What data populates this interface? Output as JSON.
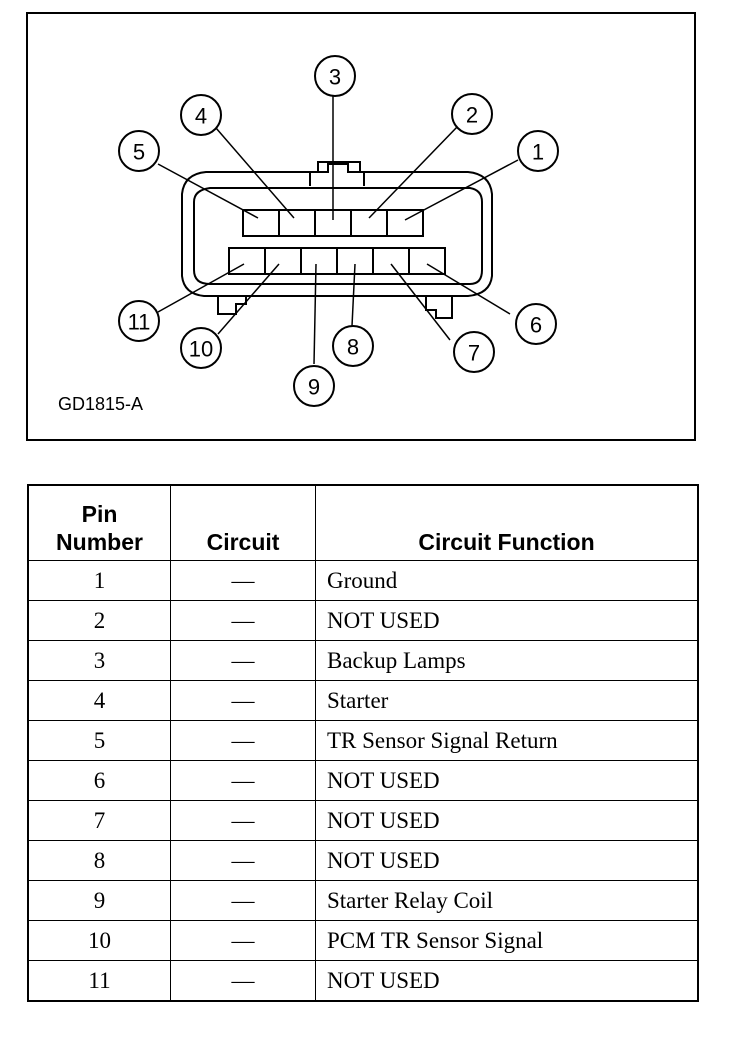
{
  "diagram": {
    "figure_id": "GD1815-A",
    "pin_labels": [
      "1",
      "2",
      "3",
      "4",
      "5",
      "6",
      "7",
      "8",
      "9",
      "10",
      "11"
    ]
  },
  "table": {
    "headers": {
      "pin_line1": "Pin",
      "pin_line2": "Number",
      "circuit": "Circuit",
      "function": "Circuit Function"
    },
    "rows": [
      {
        "pin": "1",
        "circuit": "—",
        "function": "Ground"
      },
      {
        "pin": "2",
        "circuit": "—",
        "function": "NOT USED"
      },
      {
        "pin": "3",
        "circuit": "—",
        "function": "Backup Lamps"
      },
      {
        "pin": "4",
        "circuit": "—",
        "function": "Starter"
      },
      {
        "pin": "5",
        "circuit": "—",
        "function": "TR Sensor Signal Return"
      },
      {
        "pin": "6",
        "circuit": "—",
        "function": "NOT USED"
      },
      {
        "pin": "7",
        "circuit": "—",
        "function": "NOT USED"
      },
      {
        "pin": "8",
        "circuit": "—",
        "function": "NOT USED"
      },
      {
        "pin": "9",
        "circuit": "—",
        "function": "Starter Relay Coil"
      },
      {
        "pin": "10",
        "circuit": "—",
        "function": "PCM TR Sensor Signal"
      },
      {
        "pin": "11",
        "circuit": "—",
        "function": "NOT USED"
      }
    ]
  }
}
